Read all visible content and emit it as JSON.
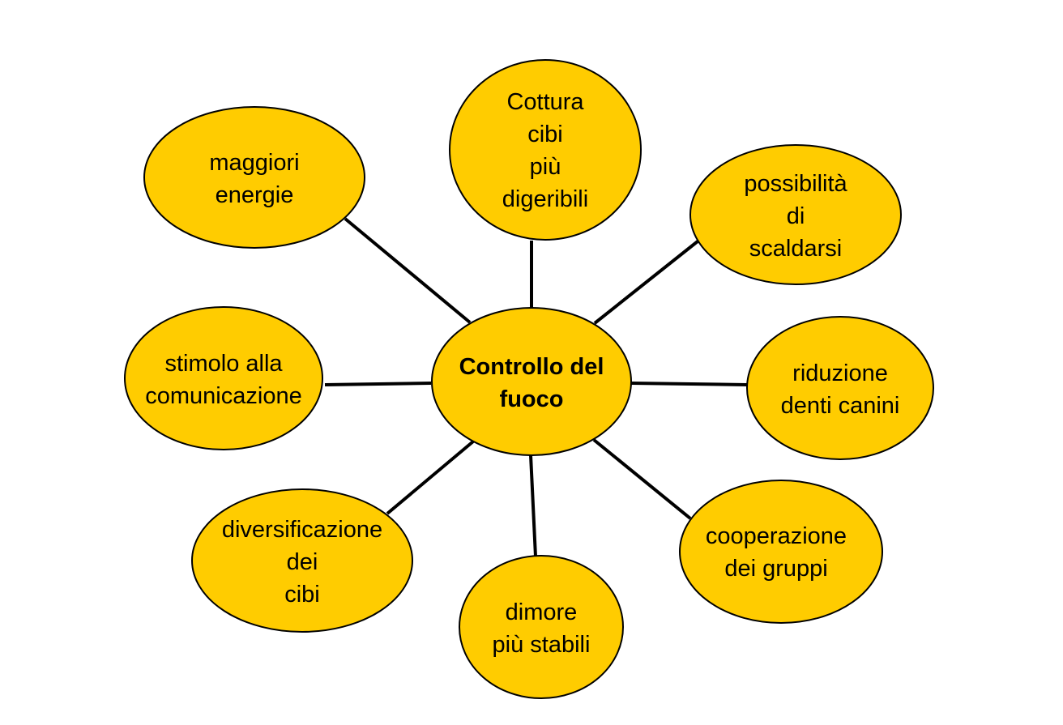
{
  "colors": {
    "node_fill": "#FFCC00",
    "node_stroke": "#000000",
    "connector": "#000000",
    "text": "#000000"
  },
  "center": {
    "lines": [
      "Controllo del",
      "fuoco"
    ]
  },
  "nodes": [
    {
      "id": "cottura",
      "lines": [
        "Cottura",
        "cibi",
        "più",
        "digeribili"
      ]
    },
    {
      "id": "scaldarsi",
      "lines": [
        "possibilità",
        "di",
        "scaldarsi"
      ]
    },
    {
      "id": "denti",
      "lines": [
        "riduzione",
        "denti canini"
      ]
    },
    {
      "id": "cooperazione",
      "lines": [
        "cooperazione",
        "dei gruppi"
      ]
    },
    {
      "id": "dimore",
      "lines": [
        "dimore",
        "più stabili"
      ]
    },
    {
      "id": "diversificazione",
      "lines": [
        "diversificazione",
        "dei",
        "cibi"
      ]
    },
    {
      "id": "comunicazione",
      "lines": [
        "stimolo alla",
        "comunicazione"
      ]
    },
    {
      "id": "energie",
      "lines": [
        "maggiori",
        "energie"
      ]
    }
  ]
}
